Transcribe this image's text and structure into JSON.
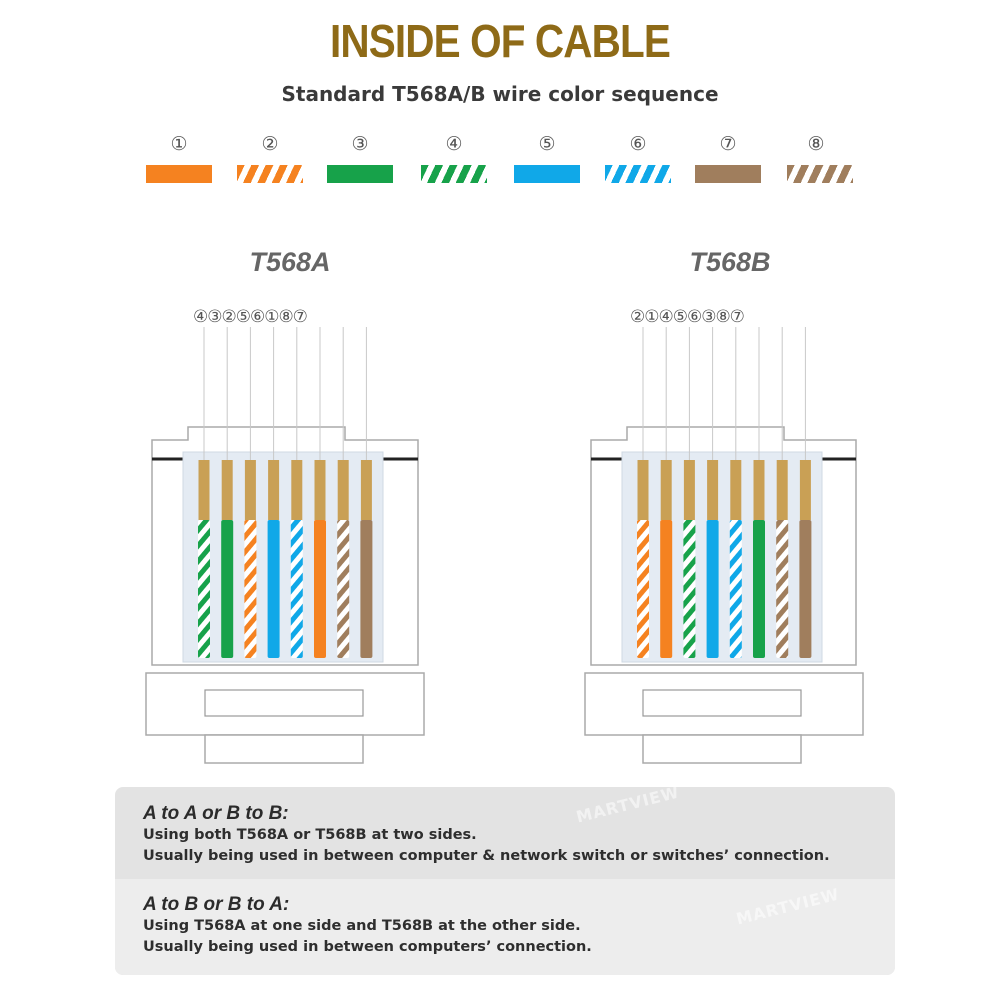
{
  "title": "INSIDE OF CABLE",
  "subtitle": "Standard T568A/B wire color sequence",
  "legend": [
    {
      "num": "①",
      "color": "#f58220",
      "striped": false
    },
    {
      "num": "②",
      "color": "#f58220",
      "striped": true
    },
    {
      "num": "③",
      "color": "#17a24a",
      "striped": false
    },
    {
      "num": "④",
      "color": "#17a24a",
      "striped": true
    },
    {
      "num": "⑤",
      "color": "#10a8e8",
      "striped": false
    },
    {
      "num": "⑥",
      "color": "#10a8e8",
      "striped": true
    },
    {
      "num": "⑦",
      "color": "#a07e5d",
      "striped": false
    },
    {
      "num": "⑧",
      "color": "#a07e5d",
      "striped": true
    }
  ],
  "standards": [
    {
      "name": "T568A",
      "pin_sequence": "④③②⑤⑥①⑧⑦",
      "wires": [
        4,
        3,
        2,
        5,
        6,
        1,
        8,
        7
      ]
    },
    {
      "name": "T568B",
      "pin_sequence": "②①④⑤⑥③⑧⑦",
      "wires": [
        2,
        1,
        4,
        5,
        6,
        3,
        8,
        7
      ]
    }
  ],
  "contact_color": "#c9a055",
  "info": {
    "same": {
      "heading": "A to A or B to B:",
      "line1": "Using both T568A or T568B at two sides.",
      "line2": "Usually being used in between computer & network switch or switches’ connection."
    },
    "cross": {
      "heading": "A to B or B to A:",
      "line1": "Using T568A at one side and T568B at the other side.",
      "line2": "Usually being used in between computers’ connection."
    }
  },
  "watermark": "MARTVIEW"
}
